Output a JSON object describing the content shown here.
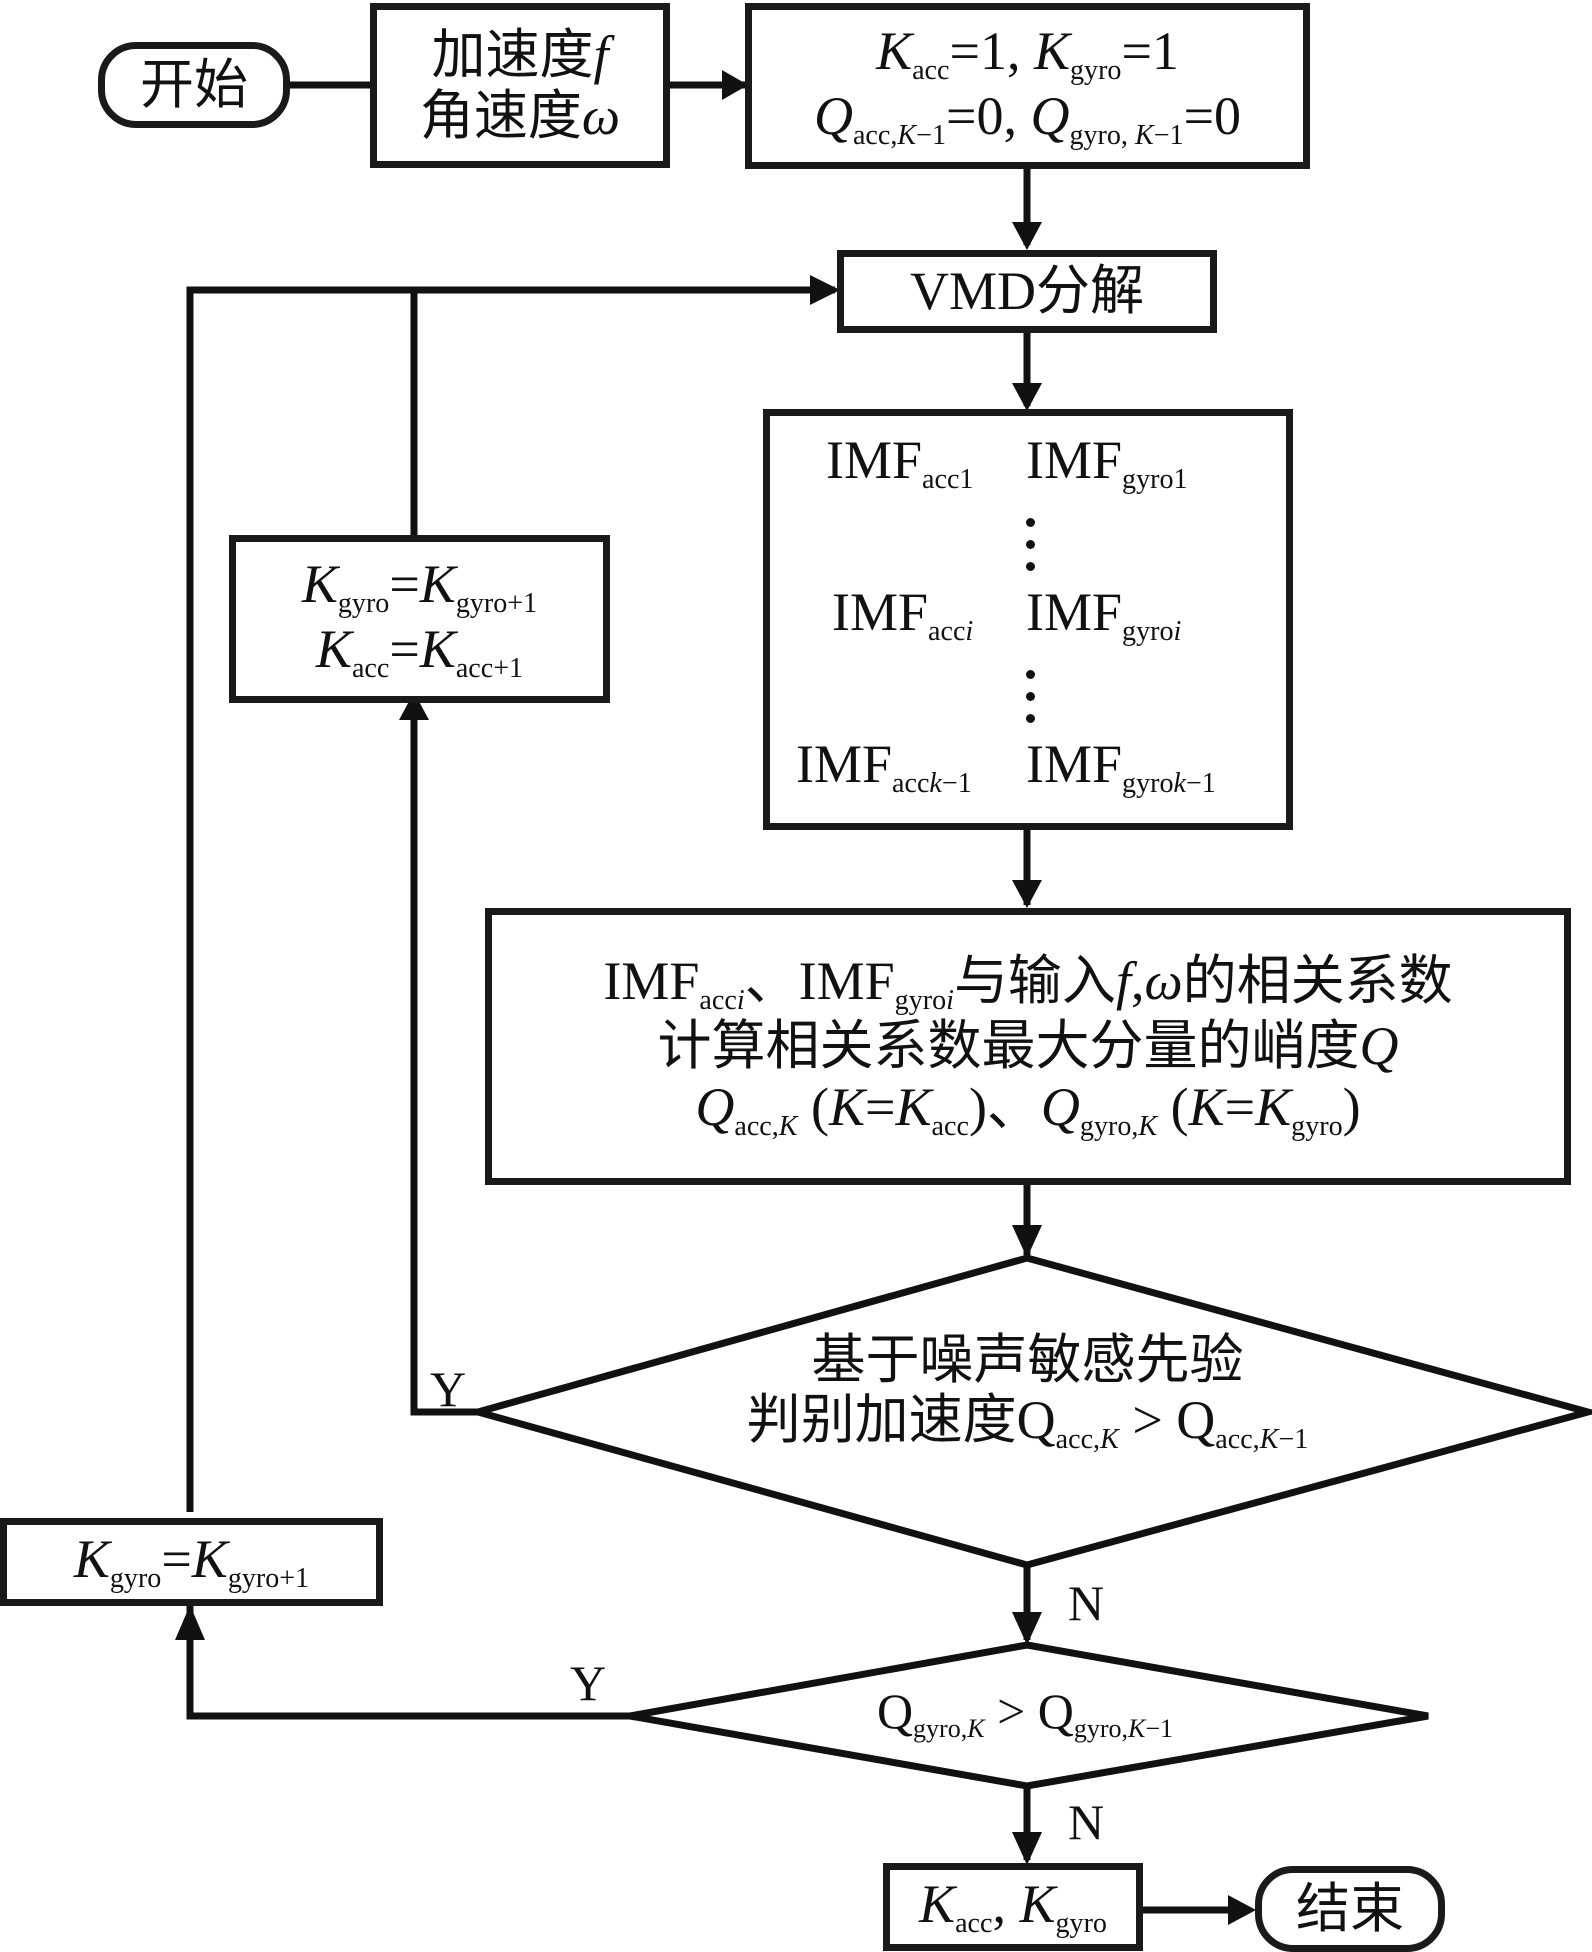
{
  "flowchart": {
    "start": "开始",
    "end": "结束",
    "input": {
      "line1_text": "加速度",
      "line1_var": "f",
      "line2_text": "角速度",
      "line2_var": "ω"
    },
    "init": {
      "K": "K",
      "acc": "acc",
      "gyro": "gyro",
      "eq1": "=1, ",
      "eq1b": "=1",
      "Q": "Q",
      "acc_sub": "acc,",
      "gyro_sub": "gyro, ",
      "km1": "K",
      "minus1": "−1",
      "eq0": "=0, ",
      "eq0b": "=0"
    },
    "vmd": "VMD分解",
    "imf": {
      "IMF": "IMF",
      "rows": [
        {
          "acc": "acc1",
          "acc_i": "",
          "gyro": "gyro1",
          "gyro_i": ""
        },
        {
          "acc": "acc",
          "acc_i": "i",
          "gyro": "gyro",
          "gyro_i": "i"
        },
        {
          "acc": "acc",
          "acc_i": "k",
          "acc_tail": "−1",
          "gyro": "gyro",
          "gyro_i": "k",
          "gyro_tail": "−1"
        }
      ]
    },
    "corr": {
      "IMF": "IMF",
      "acci": "acc",
      "i": "i",
      "sep": "、",
      "gyroi": "gyro",
      "line1_tail_a": "与输入",
      "f": "f",
      "comma": ",",
      "omega": "ω",
      "line1_tail_b": "的相关系数",
      "line2_text": "计算相关系数最大分量的峭度",
      "line2_var": "Q",
      "Q": "Q",
      "K": "K",
      "acc_sub": "acc,",
      "gyro_sub": "gyro,",
      "paren_open": " (",
      "eq": "=",
      "paren_close": ")",
      "acc": "acc",
      "gyro": "gyro"
    },
    "decision1": {
      "line1": "基于噪声敏感先验",
      "line2_text": "判别加速度",
      "Q": "Q",
      "acc_sub": "acc,",
      "K": "K",
      "gt": " > ",
      "minus1": "−1"
    },
    "decision2": {
      "Q": "Q",
      "gyro_sub": "gyro,",
      "K": "K",
      "gt": " > ",
      "minus1": "−1"
    },
    "update_both": {
      "K": "K",
      "gyro": "gyro",
      "gyro_p1": "gyro+1",
      "acc": "acc",
      "acc_p1": "acc+1",
      "eq": "="
    },
    "update_gyro": {
      "K": "K",
      "gyro": "gyro",
      "gyro_p1": "gyro+1",
      "eq": "="
    },
    "result": {
      "K": "K",
      "acc": "acc",
      "comma": ", ",
      "gyro": "gyro"
    },
    "labels": {
      "yes": "Y",
      "no": "N"
    }
  }
}
